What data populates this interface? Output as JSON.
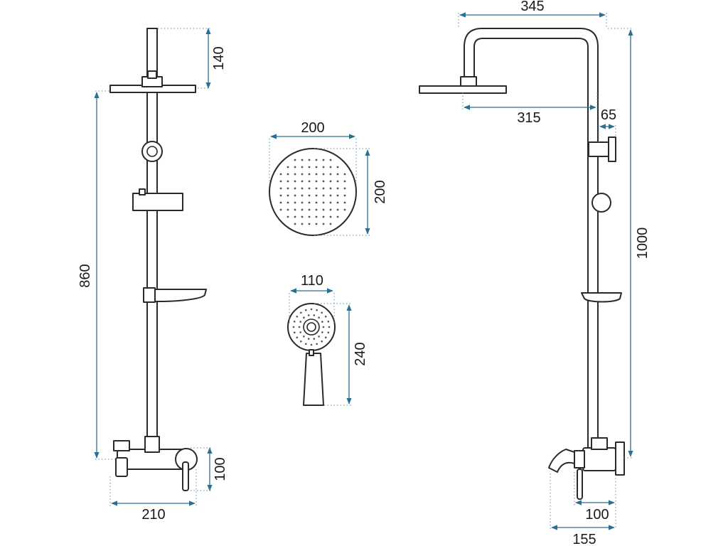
{
  "colors": {
    "dimension_line": "#2b6f91",
    "outline": "#2a2a2a",
    "text": "#1a1a1a",
    "background": "#ffffff"
  },
  "dimensions": {
    "left_top_riser": "140",
    "left_height": "860",
    "left_mixer_height": "100",
    "left_mixer_width": "210",
    "head_width": "200",
    "head_height": "200",
    "hand_width": "110",
    "hand_height": "240",
    "right_arm_reach": "345",
    "right_head_offset": "315",
    "right_bracket": "65",
    "right_total_height": "1000",
    "right_mixer_depth": "100",
    "right_spout_depth": "155"
  }
}
